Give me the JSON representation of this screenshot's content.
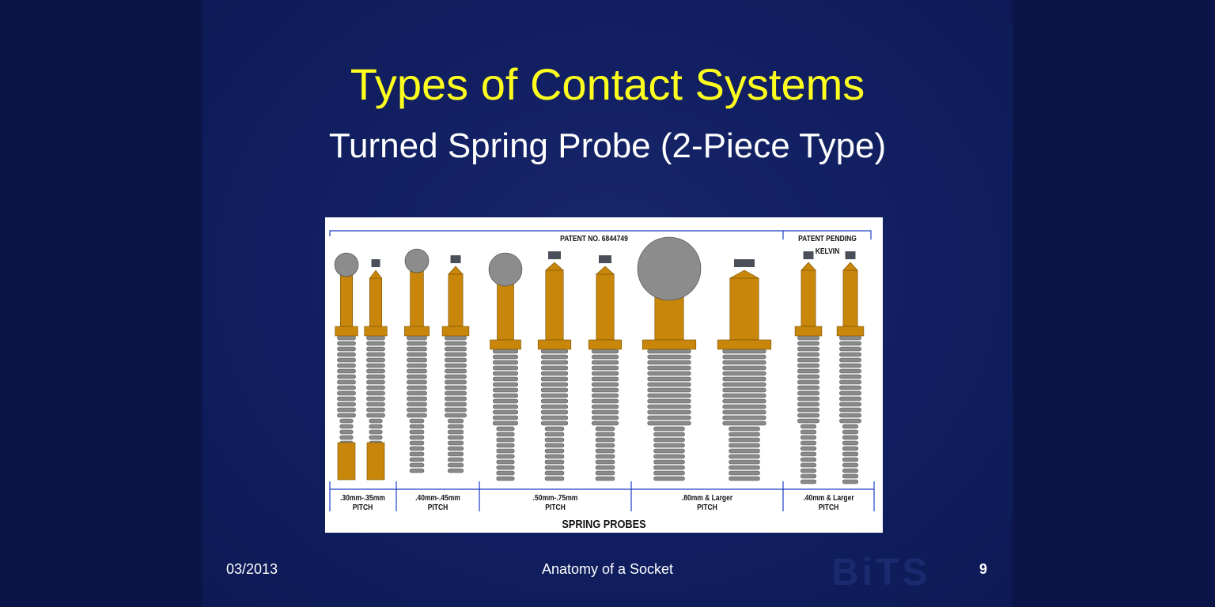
{
  "slide": {
    "title": "Types of Contact Systems",
    "subtitle": "Turned Spring Probe (2-Piece Type)",
    "figure": {
      "patent": "PATENT NO. 6844749",
      "patent_pending": "PATENT PENDING",
      "kelvin": "KELVIN",
      "groups": [
        {
          "size": ".30mm-.35mm",
          "pitch": "PITCH"
        },
        {
          "size": ".40mm-.45mm",
          "pitch": "PITCH"
        },
        {
          "size": ".50mm-.75mm",
          "pitch": "PITCH"
        },
        {
          "size": ".80mm & Larger",
          "pitch": "PITCH"
        },
        {
          "size": ".40mm & Larger",
          "pitch": "PITCH"
        }
      ],
      "caption": "SPRING PROBES"
    },
    "footer": {
      "date": "03/2013",
      "center": "Anatomy of a Socket",
      "page": "9",
      "logo": "BiTS"
    },
    "colors": {
      "title": "#ffff1e",
      "gold": "#c8860a",
      "spring": "#8a8a8a",
      "line": "#1a3ec8"
    }
  }
}
